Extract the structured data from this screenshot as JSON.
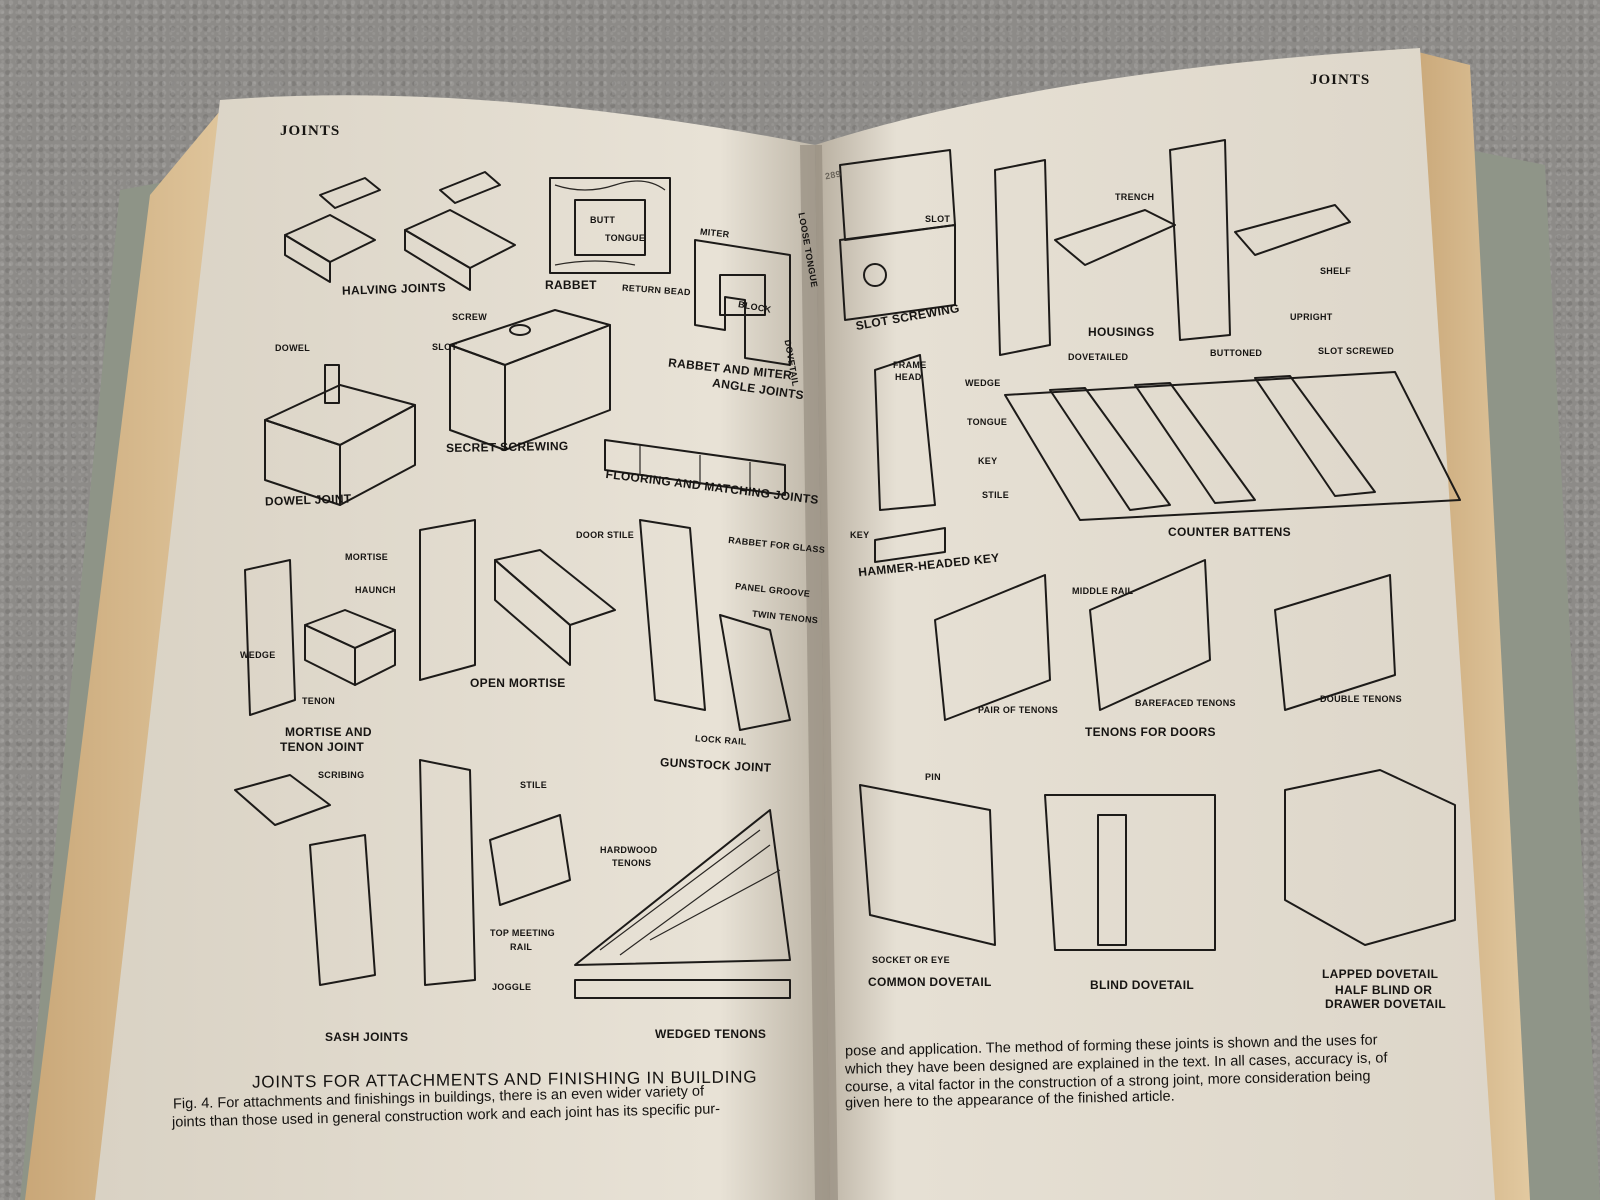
{
  "left_page": {
    "header": "JOINTS",
    "labels": {
      "halving_joints": "HALVING JOINTS",
      "rabbet": "RABBET",
      "butt": "BUTT",
      "tongue": "TONGUE",
      "return_bead": "RETURN BEAD",
      "miter": "MITER",
      "loose_tongue": "LOOSE TONGUE",
      "block": "BLOCK",
      "dovetail": "DOVETAIL",
      "rabbet_and_miter": "RABBET AND MITER",
      "angle_joints": "ANGLE JOINTS",
      "screw": "SCREW",
      "slot": "SLOT",
      "dowel": "DOWEL",
      "dowel_joint": "DOWEL JOINT",
      "secret_screwing": "SECRET SCREWING",
      "flooring": "FLOORING AND MATCHING JOINTS",
      "mortise": "MORTISE",
      "haunch": "HAUNCH",
      "wedge": "WEDGE",
      "tenon": "TENON",
      "mortise_tenon_1": "MORTISE AND",
      "mortise_tenon_2": "TENON JOINT",
      "open_mortise": "OPEN MORTISE",
      "door_stile": "DOOR STILE",
      "rabbet_for_glass": "RABBET FOR GLASS",
      "panel_groove": "PANEL GROOVE",
      "twin_tenons": "TWIN TENONS",
      "lock_rail": "LOCK RAIL",
      "gunstock_joint": "GUNSTOCK JOINT",
      "scribing": "SCRIBING",
      "stile": "STILE",
      "top_meeting_rail_1": "TOP MEETING",
      "top_meeting_rail_2": "RAIL",
      "joggle": "JOGGLE",
      "sash_joints": "SASH JOINTS",
      "hardwood_tenons_1": "HARDWOOD",
      "hardwood_tenons_2": "TENONS",
      "wedged_tenons": "WEDGED TENONS"
    },
    "title": "JOINTS FOR ATTACHMENTS AND FINISHING IN BUILDING",
    "caption_1": "Fig. 4. For attachments and finishings in buildings, there is an even wider variety of",
    "caption_2": "joints than those used in general construction work and each joint has its specific pur-"
  },
  "right_page": {
    "header": "JOINTS",
    "page_number": "289",
    "labels": {
      "slot": "SLOT",
      "slot_screwing": "SLOT SCREWING",
      "trench": "TRENCH",
      "shelf": "SHELF",
      "upright": "UPRIGHT",
      "housings": "HOUSINGS",
      "frame_head_1": "FRAME",
      "frame_head_2": "HEAD",
      "wedge": "WEDGE",
      "tongue": "TONGUE",
      "key": "KEY",
      "stile": "STILE",
      "key_small": "KEY",
      "hammer_headed_key": "HAMMER-HEADED KEY",
      "dovetailed": "DOVETAILED",
      "buttoned": "BUTTONED",
      "slot_screwed": "SLOT SCREWED",
      "counter_battens": "COUNTER BATTENS",
      "middle_rail": "MIDDLE RAIL",
      "pair_of_tenons": "PAIR OF TENONS",
      "barefaced_tenons": "BAREFACED TENONS",
      "double_tenons": "DOUBLE TENONS",
      "tenons_for_doors": "TENONS FOR DOORS",
      "pin": "PIN",
      "socket_or_eye": "SOCKET OR EYE",
      "common_dovetail": "COMMON DOVETAIL",
      "blind_dovetail": "BLIND DOVETAIL",
      "lapped_dovetail": "LAPPED DOVETAIL",
      "half_blind_1": "HALF BLIND OR",
      "half_blind_2": "DRAWER DOVETAIL"
    },
    "paragraph": [
      "pose and application. The method of forming these joints is shown and the uses for",
      "which they have been designed are explained in the text. In all cases, accuracy is, of",
      "course, a vital factor in the construction of a strong joint, more consideration being",
      "given here to the appearance of the finished article."
    ]
  }
}
